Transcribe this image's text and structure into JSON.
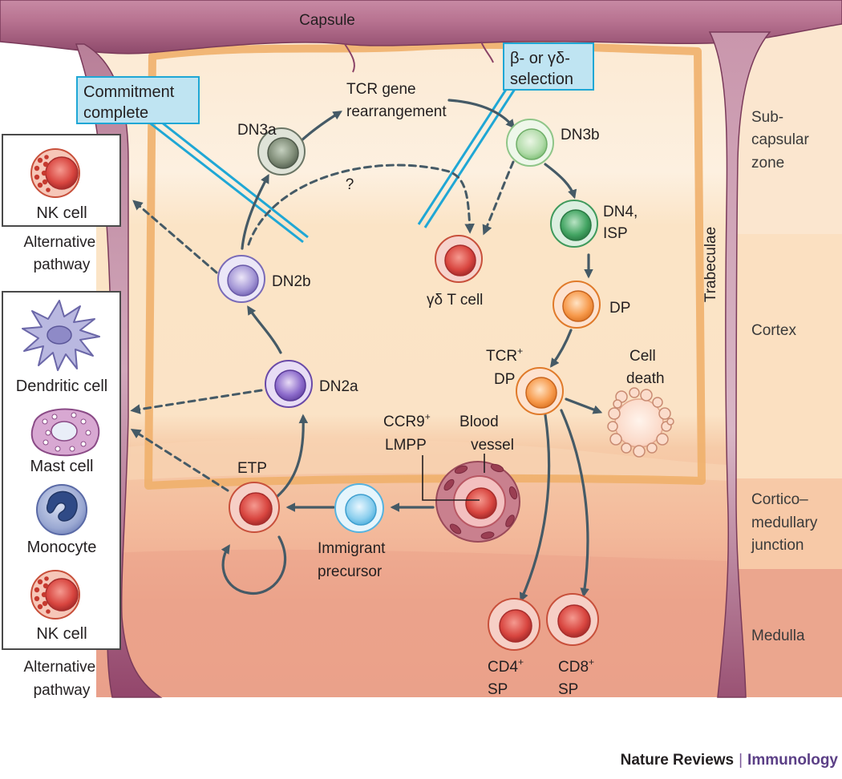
{
  "regions": {
    "capsule": "Capsule",
    "trabeculae": "Trabeculae"
  },
  "zones": [
    {
      "id": "subcapsular",
      "lines": [
        "Sub-",
        "capsular",
        "zone"
      ]
    },
    {
      "id": "cortex",
      "lines": [
        "Cortex"
      ]
    },
    {
      "id": "cm-junction",
      "lines": [
        "Cortico–",
        "medullary",
        "junction"
      ]
    },
    {
      "id": "medulla",
      "lines": [
        "Medulla"
      ]
    }
  ],
  "callouts": {
    "commitment": [
      "Commitment",
      "complete"
    ],
    "selection": [
      "β- or γδ-",
      "selection"
    ]
  },
  "stages": {
    "tcr_rearrangement": [
      "TCR gene",
      "rearrangement"
    ],
    "dn3a": "DN3a",
    "dn3b": "DN3b",
    "dn4": [
      "DN4,",
      "ISP"
    ],
    "gd_t": "γδ T cell",
    "question": "?",
    "dn2b": "DN2b",
    "dn2a": "DN2a",
    "dp": "DP",
    "tcr_dp": [
      "TCR",
      "+",
      "DP"
    ],
    "cell_death": [
      "Cell",
      "death"
    ],
    "ccr9_lmpp": [
      "CCR9",
      "+",
      "LMPP"
    ],
    "blood_vessel": [
      "Blood",
      "vessel"
    ],
    "etp": "ETP",
    "immigrant": [
      "Immigrant",
      "precursor"
    ],
    "cd4": [
      "CD4",
      "+",
      "SP"
    ],
    "cd8": [
      "CD8",
      "+",
      "SP"
    ]
  },
  "alt_top": {
    "cell": "NK cell",
    "caption": [
      "Alternative",
      "pathway"
    ]
  },
  "alt_bottom": {
    "cells": [
      "Dendritic cell",
      "Mast cell",
      "Monocyte",
      "NK cell"
    ],
    "caption": [
      "Alternative",
      "pathway"
    ]
  },
  "footer": {
    "journal": "Nature Reviews",
    "separator": "|",
    "topic": "Immunology"
  },
  "colors": {
    "capsule": "#a85f80",
    "capsule_dark": "#8a4266",
    "cortex_light": "#fdf1df",
    "medulla": "#e9a08b",
    "border_orange": "#f0b06c",
    "callout_fill": "#bfe4f2",
    "callout_line": "#1fa7d5",
    "arrow": "#455a66"
  }
}
